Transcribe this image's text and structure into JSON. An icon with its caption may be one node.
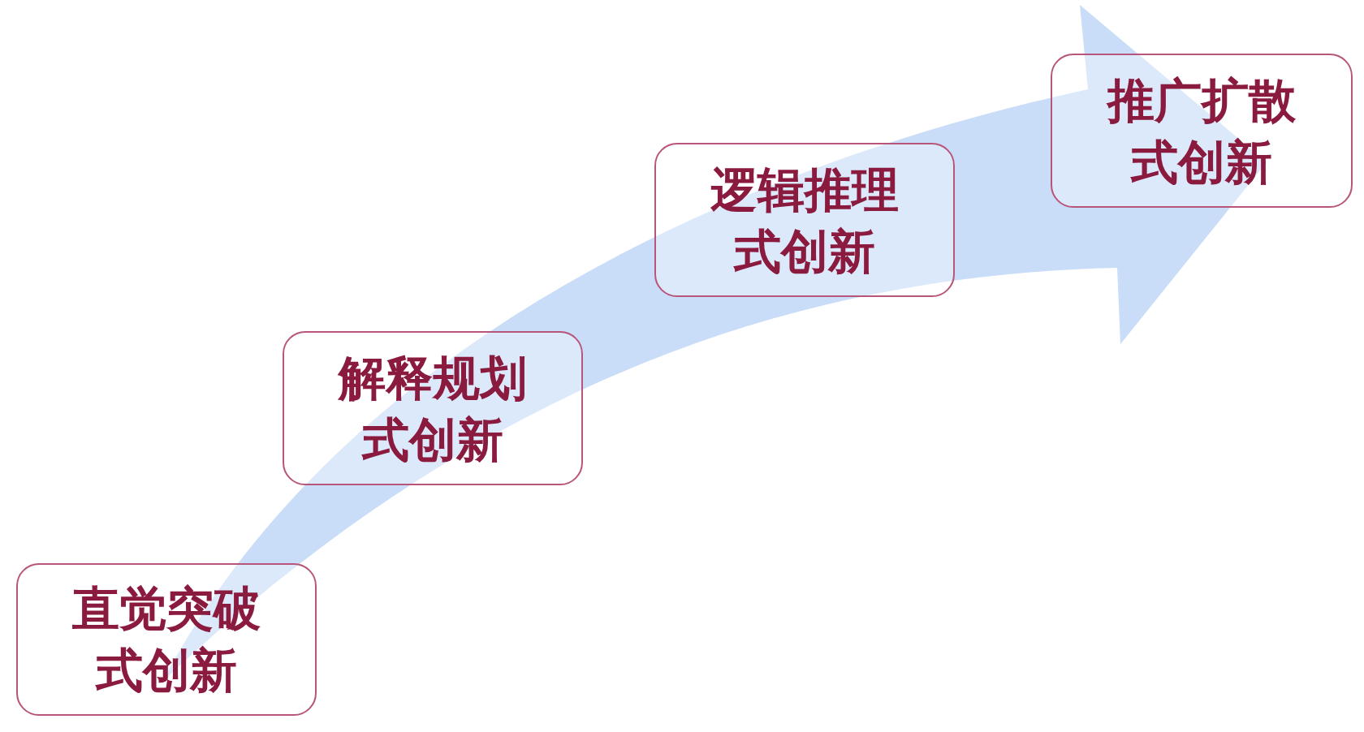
{
  "diagram": {
    "nodes": [
      {
        "text": [
          "直觉突破式创新"
        ]
      },
      {
        "text": [
          "解释规划式创新"
        ]
      },
      {
        "text": [
          "逻辑推理式创新"
        ]
      },
      {
        "text": [
          "推广扩散式创新"
        ]
      }
    ]
  }
}
